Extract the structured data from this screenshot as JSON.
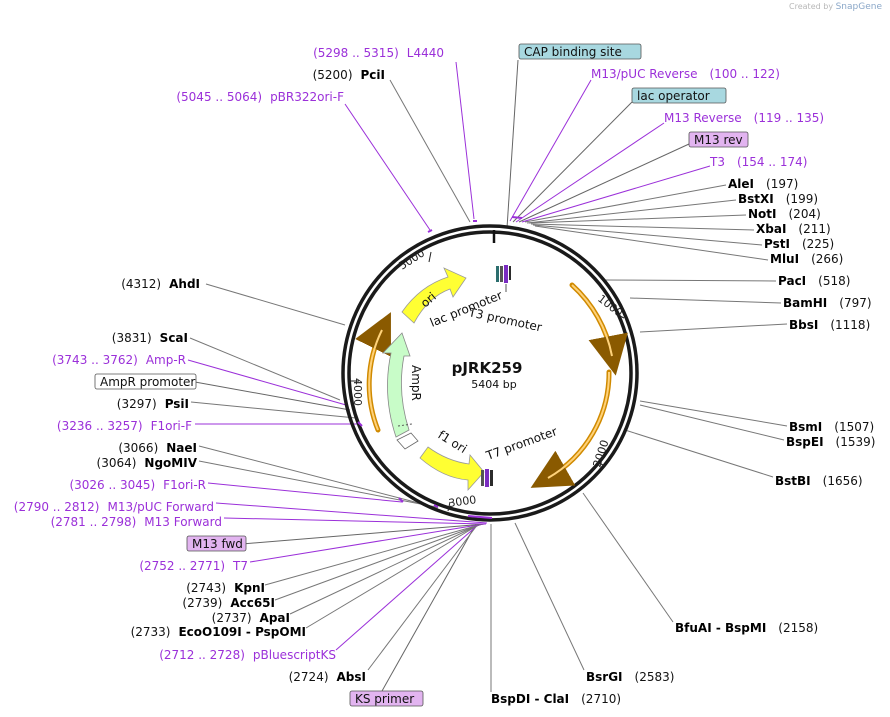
{
  "credit": {
    "prefix": "Created by",
    "brand": "SnapGene"
  },
  "plasmid": {
    "name": "pJRK259",
    "size": "5404 bp"
  },
  "colors": {
    "primer": "#9b30d9",
    "enzyme": "#000000",
    "feature_box_blue": "#a8d8e0",
    "feature_box_purple": "#e2b4f0",
    "ori": "#ffff00",
    "ampR": "#ccffcc",
    "orf": "#f0a000"
  },
  "ring_ticks": [
    {
      "bp": 1000,
      "label": "1000"
    },
    {
      "bp": 2000,
      "label": "2000"
    },
    {
      "bp": 3000,
      "label": "3000"
    },
    {
      "bp": 4000,
      "label": "4000"
    },
    {
      "bp": 5000,
      "label": "5000"
    }
  ],
  "inner_features": [
    {
      "name": "ori",
      "label": "ori"
    },
    {
      "name": "ampR",
      "label": "AmpR"
    },
    {
      "name": "f1-ori",
      "label": "f1 ori"
    },
    {
      "name": "lac-promoter",
      "label": "lac promoter"
    },
    {
      "name": "t3-promoter",
      "label": "T3 promoter"
    },
    {
      "name": "t7-promoter",
      "label": "T7 promoter"
    }
  ],
  "annotations": [
    {
      "type": "primer",
      "range": "(5298 .. 5315)",
      "name": "L4440"
    },
    {
      "type": "enzyme",
      "pos": "(5200)",
      "name": "PciI"
    },
    {
      "type": "primer",
      "range": "(5045 .. 5064)",
      "name": "pBR322ori-F"
    },
    {
      "type": "box",
      "name": "CAP binding site",
      "box": "blue"
    },
    {
      "type": "primer",
      "name": "M13/pUC Reverse",
      "range": "(100 .. 122)"
    },
    {
      "type": "box",
      "name": "lac operator",
      "box": "blue"
    },
    {
      "type": "primer",
      "name": "M13 Reverse",
      "range": "(119 .. 135)"
    },
    {
      "type": "box",
      "name": "M13 rev",
      "box": "purple"
    },
    {
      "type": "primer",
      "name": "T3",
      "range": "(154 .. 174)"
    },
    {
      "type": "enzyme",
      "name": "AleI",
      "pos": "(197)"
    },
    {
      "type": "enzyme",
      "name": "BstXI",
      "pos": "(199)"
    },
    {
      "type": "enzyme",
      "name": "NotI",
      "pos": "(204)"
    },
    {
      "type": "enzyme",
      "name": "XbaI",
      "pos": "(211)"
    },
    {
      "type": "enzyme",
      "name": "PstI",
      "pos": "(225)"
    },
    {
      "type": "enzyme",
      "name": "MluI",
      "pos": "(266)"
    },
    {
      "type": "enzyme",
      "name": "PacI",
      "pos": "(518)"
    },
    {
      "type": "enzyme",
      "name": "BamHI",
      "pos": "(797)"
    },
    {
      "type": "enzyme",
      "name": "BbsI",
      "pos": "(1118)"
    },
    {
      "type": "enzyme",
      "name": "BsmI",
      "pos": "(1507)"
    },
    {
      "type": "enzyme",
      "name": "BspEI",
      "pos": "(1539)"
    },
    {
      "type": "enzyme",
      "name": "BstBI",
      "pos": "(1656)"
    },
    {
      "type": "enzyme",
      "name": "BfuAI - BspMI",
      "pos": "(2158)"
    },
    {
      "type": "enzyme",
      "name": "BsrGI",
      "pos": "(2583)"
    },
    {
      "type": "enzyme",
      "name": "BspDI - ClaI",
      "pos": "(2710)"
    },
    {
      "type": "box",
      "name": "KS primer",
      "box": "purple"
    },
    {
      "type": "enzyme",
      "pos": "(2724)",
      "name": "AbsI"
    },
    {
      "type": "primer",
      "range": "(2712 .. 2728)",
      "name": "pBluescriptKS"
    },
    {
      "type": "enzyme",
      "pos": "(2733)",
      "name": "EcoO109I - PspOMI"
    },
    {
      "type": "enzyme",
      "pos": "(2737)",
      "name": "ApaI"
    },
    {
      "type": "enzyme",
      "pos": "(2739)",
      "name": "Acc65I"
    },
    {
      "type": "enzyme",
      "pos": "(2743)",
      "name": "KpnI"
    },
    {
      "type": "primer",
      "range": "(2752 .. 2771)",
      "name": "T7"
    },
    {
      "type": "box",
      "name": "M13 fwd",
      "box": "purple"
    },
    {
      "type": "primer",
      "range": "(2781 .. 2798)",
      "name": "M13 Forward"
    },
    {
      "type": "primer",
      "range": "(2790 .. 2812)",
      "name": "M13/pUC Forward"
    },
    {
      "type": "primer",
      "range": "(3026 .. 3045)",
      "name": "F1ori-R"
    },
    {
      "type": "enzyme",
      "pos": "(3064)",
      "name": "NgoMIV"
    },
    {
      "type": "enzyme",
      "pos": "(3066)",
      "name": "NaeI"
    },
    {
      "type": "primer",
      "range": "(3236 .. 3257)",
      "name": "F1ori-F"
    },
    {
      "type": "enzyme",
      "pos": "(3297)",
      "name": "PsiI"
    },
    {
      "type": "box",
      "name": "AmpR promoter",
      "box": "white"
    },
    {
      "type": "primer",
      "range": "(3743 .. 3762)",
      "name": "Amp-R"
    },
    {
      "type": "enzyme",
      "pos": "(3831)",
      "name": "ScaI"
    },
    {
      "type": "enzyme",
      "pos": "(4312)",
      "name": "AhdI"
    }
  ]
}
